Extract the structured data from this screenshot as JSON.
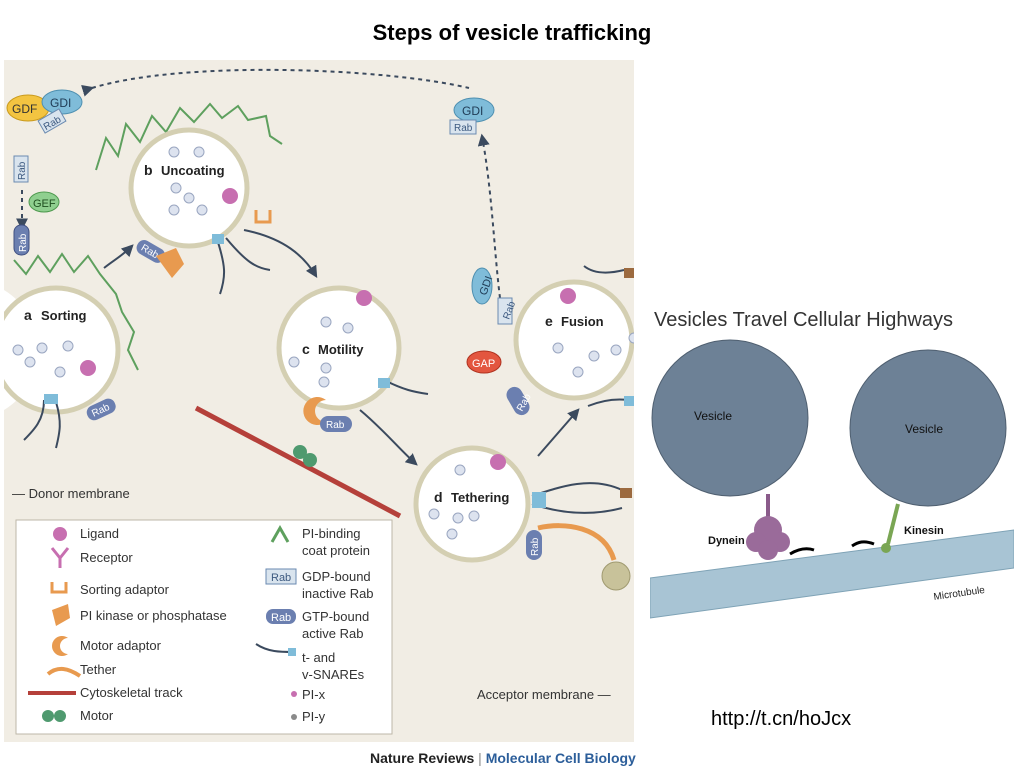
{
  "title": "Steps of vesicle trafficking",
  "url": "http://t.cn/hoJcx",
  "credit": {
    "left": "Nature Reviews",
    "sep": "|",
    "right": "Molecular Cell Biology"
  },
  "steps": {
    "a": {
      "letter": "a",
      "label": "Sorting"
    },
    "b": {
      "letter": "b",
      "label": "Uncoating"
    },
    "c": {
      "letter": "c",
      "label": "Motility"
    },
    "d": {
      "letter": "d",
      "label": "Tethering"
    },
    "e": {
      "letter": "e",
      "label": "Fusion"
    }
  },
  "proteins": {
    "gdf": "GDF",
    "gdi": "GDI",
    "rab": "Rab",
    "gef": "GEF",
    "gap": "GAP"
  },
  "membranes": {
    "donor": "— Donor membrane",
    "acceptor": "Acceptor membrane —"
  },
  "legend": {
    "left": [
      "Ligand",
      "Receptor",
      "Sorting adaptor",
      "PI kinase or phosphatase",
      "Motor adaptor",
      "Tether",
      "Cytoskeletal track",
      "Motor"
    ],
    "right": [
      {
        "l1": "PI-binding",
        "l2": "coat protein"
      },
      {
        "l1": "GDP-bound",
        "l2": "inactive Rab"
      },
      {
        "l1": "GTP-bound",
        "l2": "active Rab"
      },
      {
        "l1": "t- and",
        "l2": "v-SNAREs"
      },
      {
        "l1": "PI-x",
        "l2": ""
      },
      {
        "l1": "PI-y",
        "l2": ""
      }
    ],
    "rab": "Rab"
  },
  "highways": {
    "title": "Vesicles Travel Cellular Highways",
    "vesicle1": "Vesicle",
    "vesicle2": "Vesicle",
    "dynein": "Dynein",
    "kinesin": "Kinesin",
    "microtubule": "Microtubule"
  },
  "colors": {
    "panel": "#f1ede4",
    "vesicle_rim": "#d4cfb2",
    "inactive_rab": "#d9e4ee",
    "active_rab": "#6b7fb0",
    "gdi": "#7fbcd9",
    "gdf": "#f3c441",
    "gef": "#8fcf8f",
    "gap": "#e3563f",
    "coat": "#5ea05e",
    "track": "#b5403a",
    "tether": "#e89a4f",
    "ligand": "#c76fb0"
  }
}
